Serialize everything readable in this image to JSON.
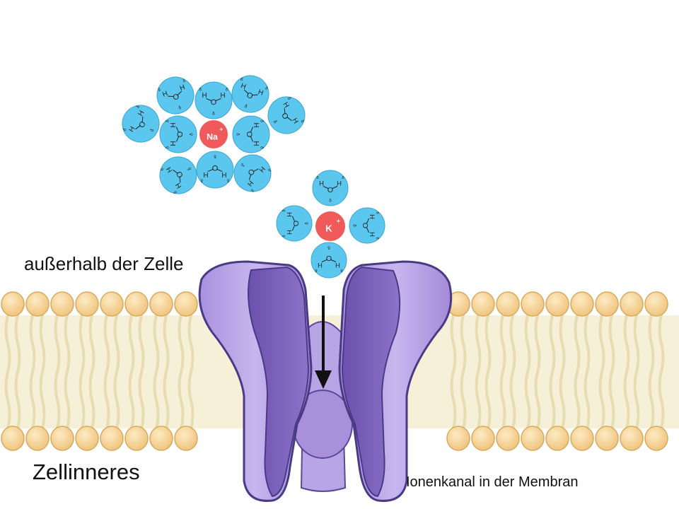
{
  "labels": {
    "outside": "außerhalb der Zelle",
    "inside": "Zellinneres",
    "channel": "Ionenkanal in der Membran"
  },
  "ions": {
    "sodium": {
      "symbol": "Na",
      "charge": "+",
      "hydration_shell_count": 10
    },
    "potassium": {
      "symbol": "K",
      "charge": "+",
      "hydration_shell_count": 4
    }
  },
  "water": {
    "o": "O",
    "h": "H",
    "delta": "δ"
  },
  "colors": {
    "water": "#5cc7ee",
    "ion": "#f05a5a",
    "lipid_head": "#f7d29a",
    "lipid_head_edge": "#d9a95c",
    "lipid_tail": "#e6ddb0",
    "channel_light": "#b49ee0",
    "channel_dark": "#7b63b8",
    "channel_outline": "#4a3a86",
    "arrow": "#111111"
  }
}
